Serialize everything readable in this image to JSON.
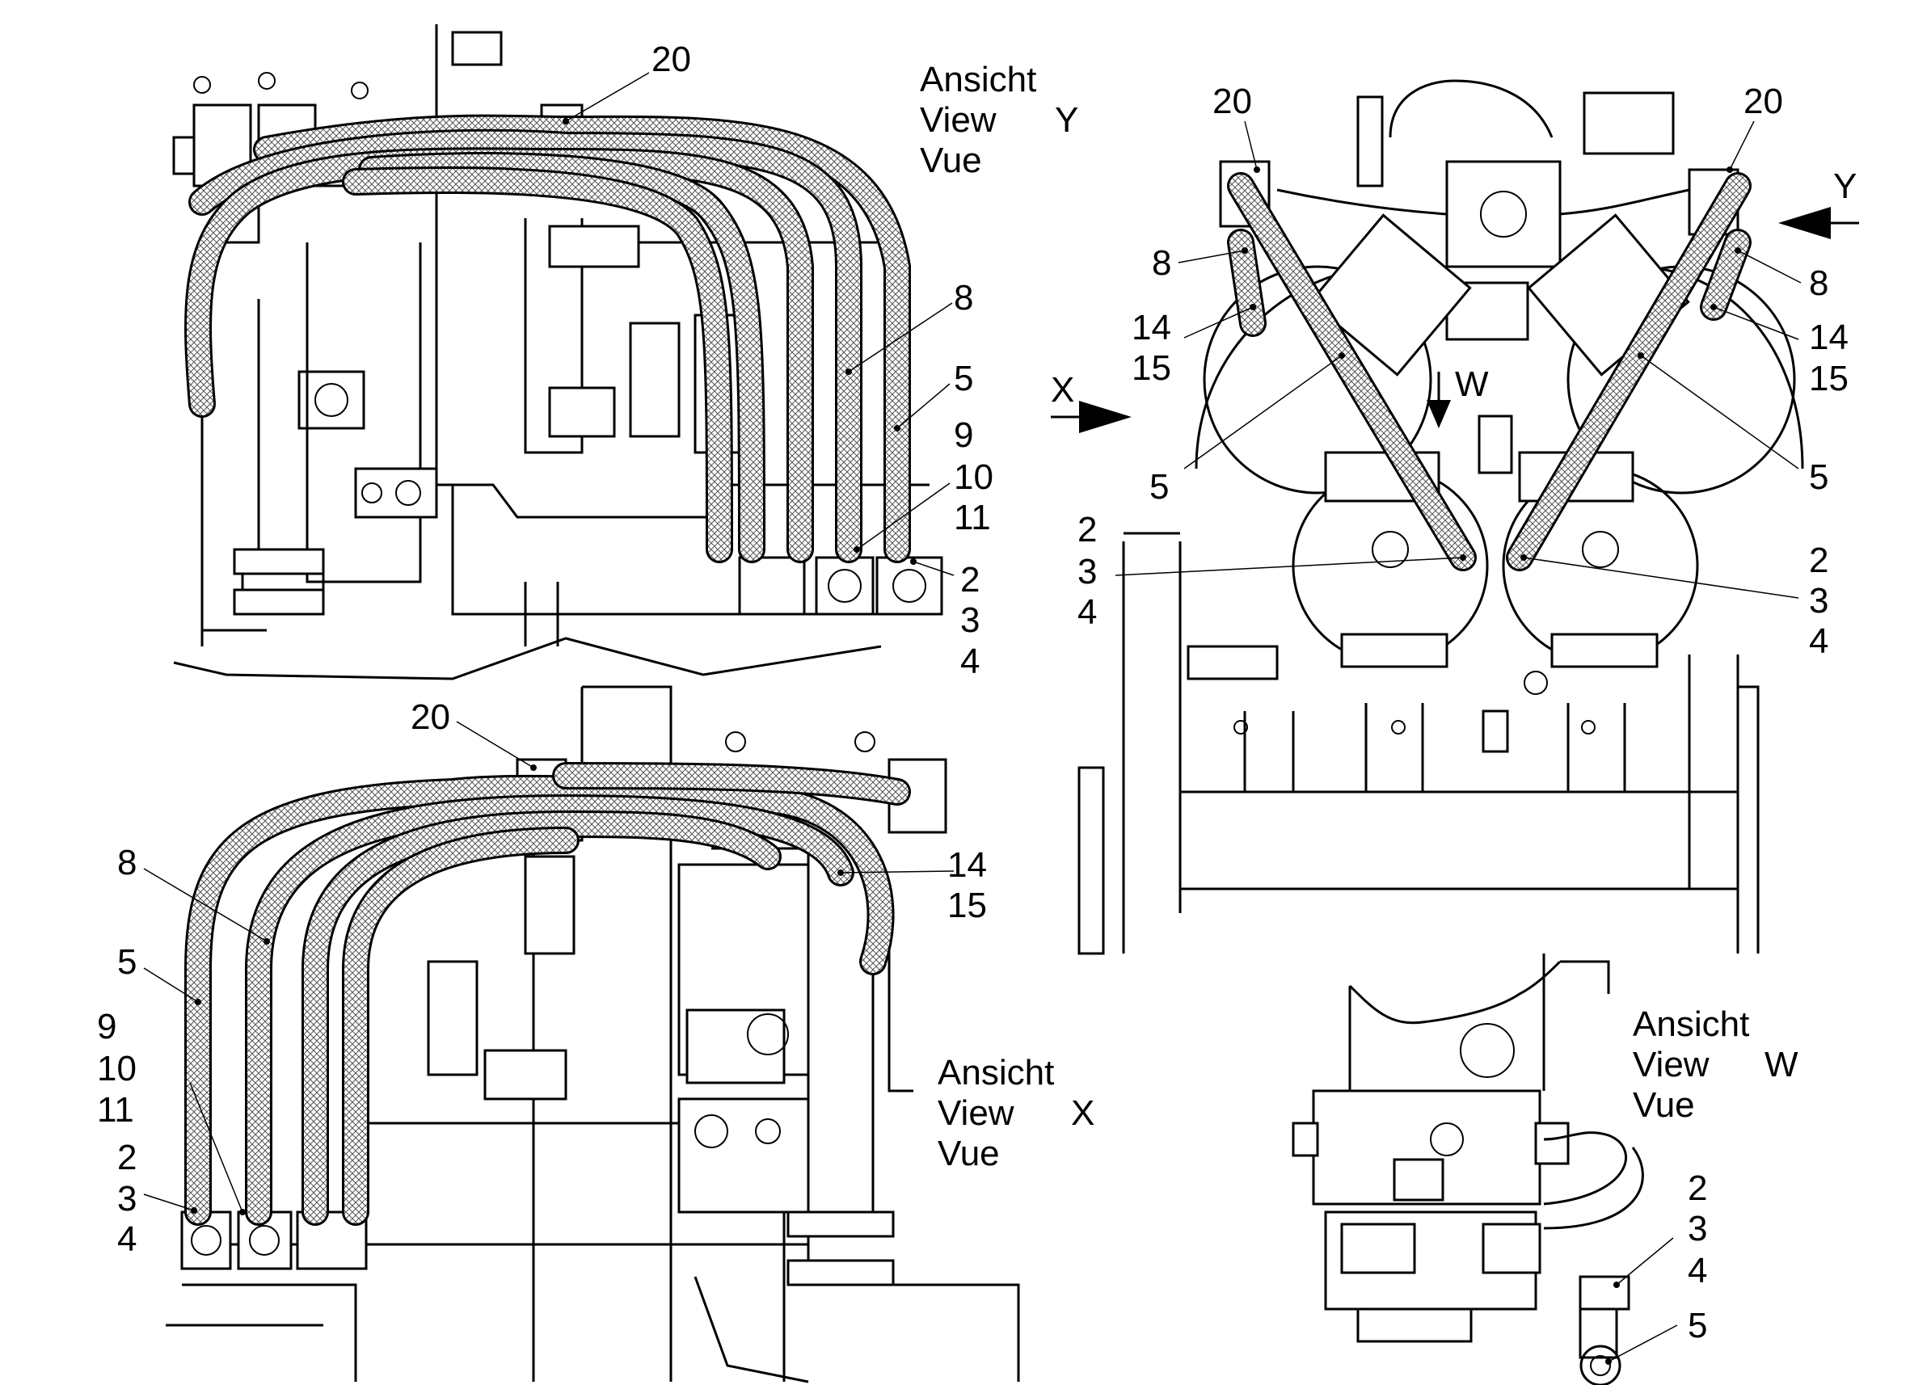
{
  "views": {
    "view_y": {
      "line1": "Ansicht",
      "line2": "View",
      "line3": "Vue",
      "letter": "Y"
    },
    "view_x": {
      "line1": "Ansicht",
      "line2": "View",
      "line3": "Vue",
      "letter": "X"
    },
    "view_w": {
      "line1": "Ansicht",
      "line2": "View",
      "line3": "Vue",
      "letter": "W"
    }
  },
  "callouts": {
    "tl_20": "20",
    "tl_8": "8",
    "tl_5": "5",
    "tl_9": "9",
    "tl_10": "10",
    "tl_11": "11",
    "tl_2": "2",
    "tl_3": "3",
    "tl_4": "4",
    "bl_20": "20",
    "bl_14": "14",
    "bl_15": "15",
    "bl_8": "8",
    "bl_5": "5",
    "bl_9": "9",
    "bl_10": "10",
    "bl_11": "11",
    "bl_2": "2",
    "bl_3": "3",
    "bl_4": "4",
    "r_20_left": "20",
    "r_20_right": "20",
    "r_8_left": "8",
    "r_8_right": "8",
    "r_14_left": "14",
    "r_15_left": "15",
    "r_14_right": "14",
    "r_15_right": "15",
    "r_5_left": "5",
    "r_5_right": "5",
    "r_2_left": "2",
    "r_3_left": "3",
    "r_4_left": "4",
    "r_2_right": "2",
    "r_3_right": "3",
    "r_4_right": "4",
    "arrow_x": "X",
    "arrow_y": "Y",
    "arrow_w": "W",
    "br_2": "2",
    "br_3": "3",
    "br_4": "4",
    "br_5": "5"
  },
  "colors": {
    "line": "#000000",
    "background": "#ffffff",
    "hose_hatch": "#d8d8d8"
  }
}
